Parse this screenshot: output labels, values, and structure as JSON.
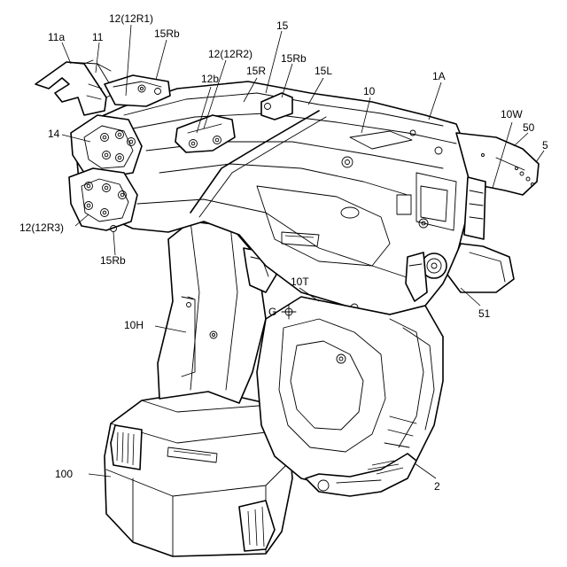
{
  "labels": {
    "l_11a": "11a",
    "l_11": "11",
    "l_12r1": "12(12R1)",
    "l_15rb_top": "15Rb",
    "l_12r2": "12(12R2)",
    "l_15": "15",
    "l_15rb_mid": "15Rb",
    "l_15l": "15L",
    "l_12b": "12b",
    "l_15r": "15R",
    "l_10_top": "10",
    "l_1a": "1A",
    "l_10w": "10W",
    "l_50": "50",
    "l_5": "5",
    "l_14": "14",
    "l_12r3": "12(12R3)",
    "l_15rb_low": "15Rb",
    "l_10t": "10T",
    "l_g": "G",
    "l_10h": "10H",
    "l_51": "51",
    "l_100": "100",
    "l_2": "2"
  }
}
